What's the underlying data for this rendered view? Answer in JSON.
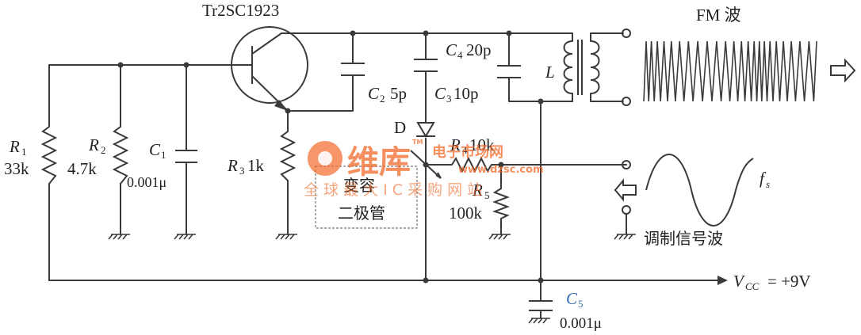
{
  "labels": {
    "transistor": "Tr2SC1923",
    "fm_wave": "FM 波",
    "r1_name": "R",
    "r1_sub": "1",
    "r1_value": "33k",
    "r2_name": "R",
    "r2_sub": "2",
    "r2_value": "4.7k",
    "c1_name": "C",
    "c1_sub": "1",
    "c1_value": "0.001μ",
    "r3_name": "R",
    "r3_sub": "3",
    "r3_value": "1k",
    "c2_name": "C",
    "c2_sub": "2",
    "c2_value": "5p",
    "c3_name": "C",
    "c3_sub": "3",
    "c3_value": "10p",
    "c4_name": "C",
    "c4_sub": "4",
    "c4_value": "20p",
    "inductor": "L",
    "diode": "D",
    "r4_name": "R",
    "r4_sub": "4",
    "r4_value": "10k",
    "r5_name": "R",
    "r5_sub": "5",
    "r5_value": "100k",
    "varactor_line1": "变容",
    "varactor_line2": "二极管",
    "fs_name": "f",
    "fs_sub": "s",
    "modulation_wave": "调制信号波",
    "vcc_name": "V",
    "vcc_sub": "CC",
    "vcc_value": "= +9V",
    "c5_name": "C",
    "c5_sub": "5",
    "c5_value": "0.001μ"
  },
  "watermark": {
    "brand": "维库",
    "tagline": "电子市场网",
    "url": "www.dzsc.com",
    "tm": "TM",
    "sub": "全 球 最 大 I C 采 购 网 站"
  },
  "colors": {
    "line": "#3a3a3a",
    "watermark": "#f26a2a",
    "c5_label": "#3b6fb0"
  }
}
